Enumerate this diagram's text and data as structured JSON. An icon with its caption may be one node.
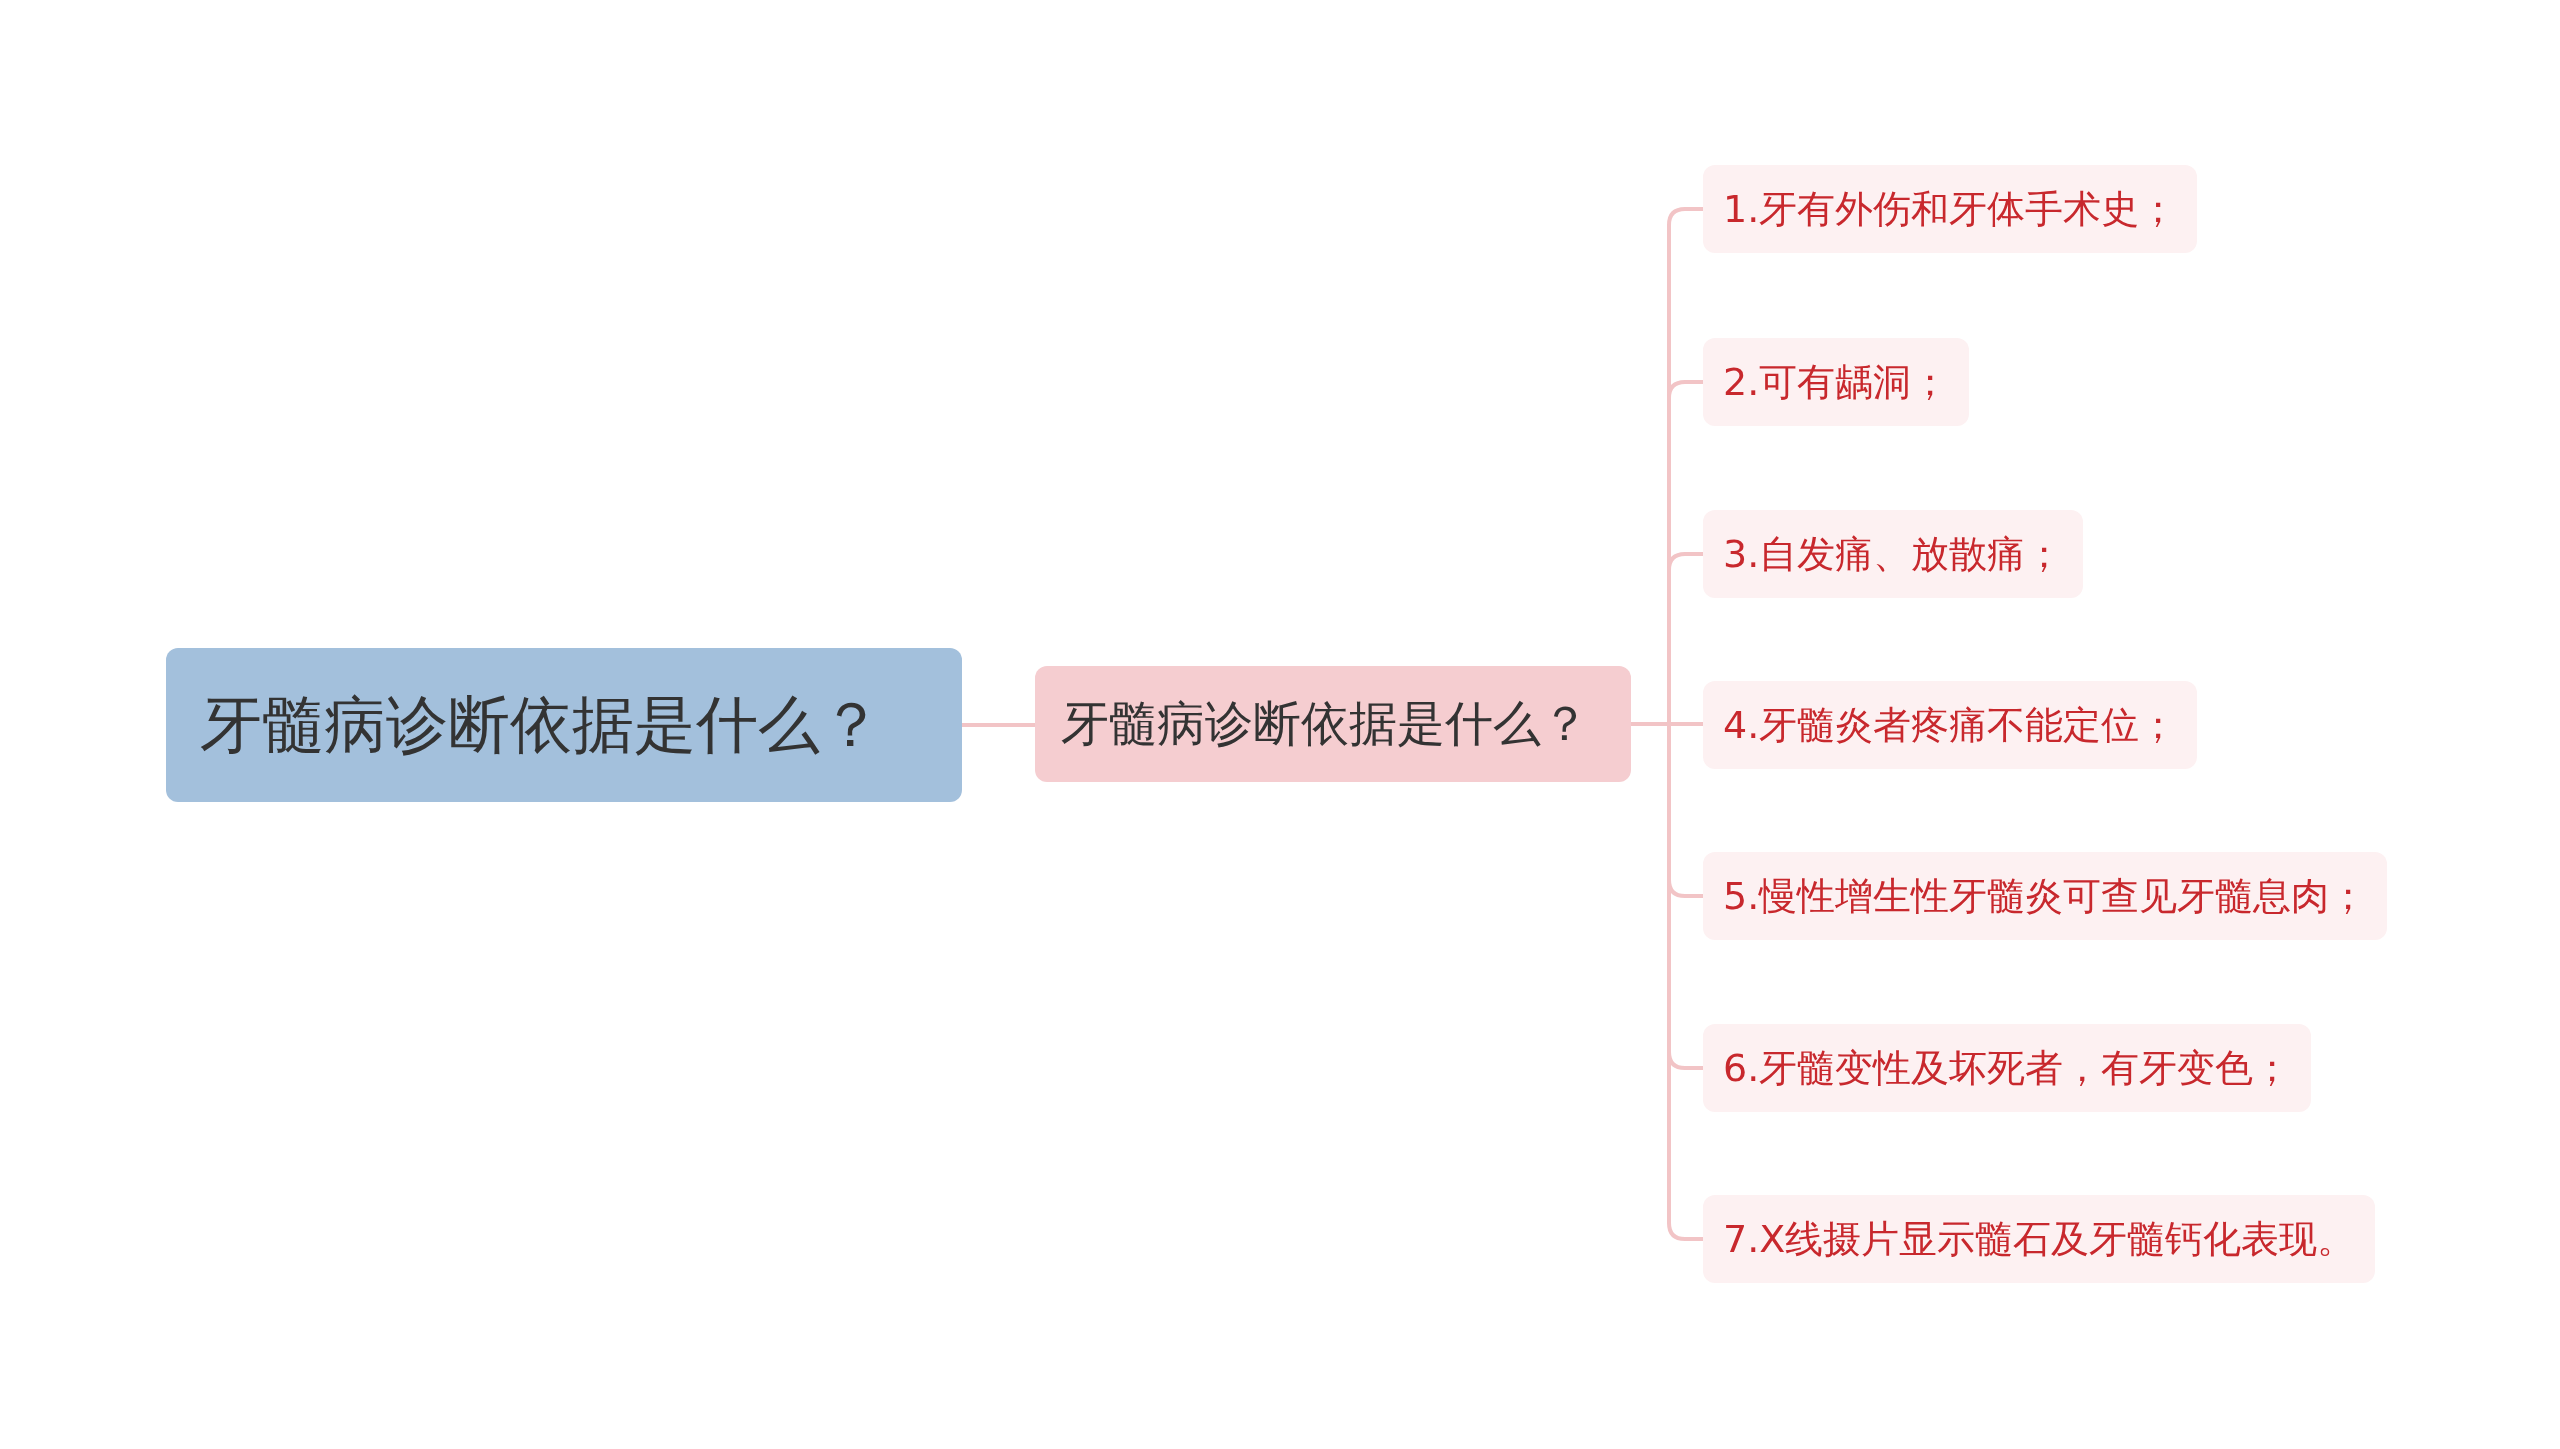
{
  "diagram": {
    "nodes": [
      {
        "text": [
          "牙髓病诊断依据是什么？"
        ]
      },
      {
        "text": [
          "牙髓病诊断依据是什么？"
        ]
      },
      {
        "text": [
          "1.牙有外伤和牙体手术史；"
        ]
      },
      {
        "text": [
          "2.可有龋洞；"
        ]
      },
      {
        "text": [
          "3.自发痛、放散痛；"
        ]
      },
      {
        "text": [
          "4.牙髓炎者疼痛不能定位；"
        ]
      },
      {
        "text": [
          "5.慢性增生性牙髓炎可查见牙髓息肉；"
        ]
      },
      {
        "text": [
          "6.牙髓变性及坏死者，有牙变色；"
        ]
      },
      {
        "text": [
          "7.X线摄片显示髓石及牙髓钙化表现。"
        ]
      }
    ],
    "edges": [
      {
        "from": 0,
        "to": 1,
        "arrow": "none"
      },
      {
        "from": 1,
        "to": 2,
        "arrow": "none"
      },
      {
        "from": 1,
        "to": 3,
        "arrow": "none"
      },
      {
        "from": 1,
        "to": 4,
        "arrow": "none"
      },
      {
        "from": 1,
        "to": 5,
        "arrow": "none"
      },
      {
        "from": 1,
        "to": 6,
        "arrow": "none"
      },
      {
        "from": 1,
        "to": 7,
        "arrow": "none"
      },
      {
        "from": 1,
        "to": 8,
        "arrow": "none"
      }
    ]
  }
}
